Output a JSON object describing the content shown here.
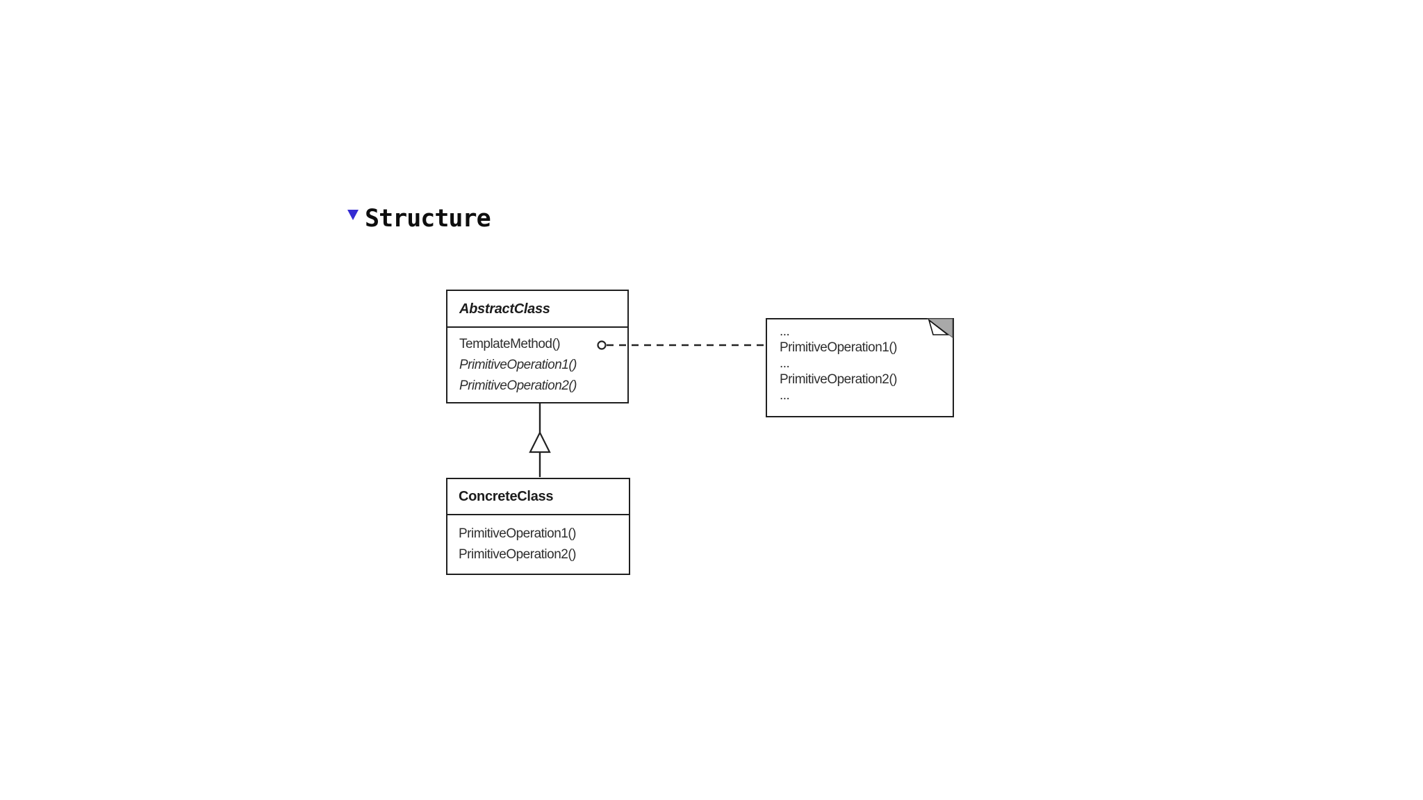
{
  "heading": {
    "label": "Structure"
  },
  "diagram": {
    "abstract_class": {
      "title": "AbstractClass",
      "methods": [
        "TemplateMethod()",
        "PrimitiveOperation1()",
        "PrimitiveOperation2()"
      ]
    },
    "concrete_class": {
      "title": "ConcreteClass",
      "methods": [
        "PrimitiveOperation1()",
        "PrimitiveOperation2()"
      ]
    },
    "note": {
      "lines": [
        "...",
        "PrimitiveOperation1()",
        "...",
        "PrimitiveOperation2()",
        "..."
      ]
    },
    "relationships": {
      "inheritance": "ConcreteClass inherits AbstractClass",
      "note_link": "TemplateMethod() linked to pseudocode note"
    }
  },
  "colors": {
    "bullet_blue": "#342bd2",
    "line": "#1f1f1f",
    "text": "#2e2e2e",
    "fold_gray": "#a9a9a9",
    "page_bg": "#ffffff"
  }
}
